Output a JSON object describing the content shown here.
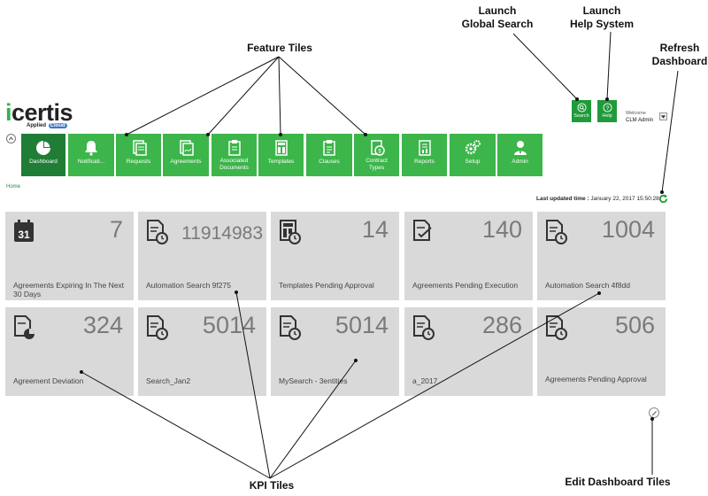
{
  "callouts": {
    "feature_tiles": "Feature Tiles",
    "launch_global_search": [
      "Launch",
      "Global Search"
    ],
    "launch_help": [
      "Launch",
      "Help System"
    ],
    "refresh": [
      "Refresh",
      "Dashboard"
    ],
    "kpi_tiles": "KPI Tiles",
    "edit_tiles": "Edit Dashboard Tiles"
  },
  "brand": {
    "name_a": "i",
    "name_b": "certis",
    "tagline": "Applied",
    "tagline_badge": "Cloud"
  },
  "header": {
    "search_label": "Search",
    "help_label": "Help",
    "welcome": "Welcome",
    "user": "CLM Admin"
  },
  "nav": [
    {
      "label": "Dashboard",
      "icon": "pie-chart-icon",
      "active": true
    },
    {
      "label": "Notificati...",
      "icon": "bell-icon"
    },
    {
      "label": "Requests",
      "icon": "request-document-icon"
    },
    {
      "label": "Agreements",
      "icon": "agreement-document-icon"
    },
    {
      "label": "Associated Documents",
      "lines": [
        "Associated",
        "Documents"
      ],
      "icon": "clipboard-icon"
    },
    {
      "label": "Templates",
      "icon": "template-icon"
    },
    {
      "label": "Clauses",
      "icon": "clause-clipboard-icon"
    },
    {
      "label": "Contract Types",
      "lines": [
        "Contract",
        "Types"
      ],
      "icon": "contract-money-icon"
    },
    {
      "label": "Reports",
      "icon": "report-icon"
    },
    {
      "label": "Setup",
      "icon": "gears-icon"
    },
    {
      "label": "Admin",
      "icon": "admin-user-icon"
    }
  ],
  "breadcrumb": "Home",
  "last_updated": {
    "label": "Last updated time :",
    "value": "January 22, 2017 15:50:28"
  },
  "kpis": [
    {
      "value": "7",
      "title": "Agreements Expiring In The Next 30 Days",
      "icon": "calendar-icon"
    },
    {
      "value": "11914983",
      "title": "Automation Search 9f275",
      "icon": "document-clock-icon"
    },
    {
      "value": "14",
      "title": "Templates Pending Approval",
      "icon": "template-clock-icon"
    },
    {
      "value": "140",
      "title": "Agreements Pending Execution",
      "icon": "document-check-icon"
    },
    {
      "value": "1004",
      "title": "Automation Search 4f8dd",
      "icon": "document-clock-icon"
    },
    {
      "value": "324",
      "title": "Agreement Deviation",
      "icon": "document-pie-icon"
    },
    {
      "value": "5014",
      "title": "Search_Jan2",
      "icon": "document-clock-icon"
    },
    {
      "value": "5014",
      "title": "MySearch - 3entities",
      "icon": "document-clock-icon"
    },
    {
      "value": "286",
      "title": "a_2017",
      "icon": "document-clock-icon"
    },
    {
      "value": "506",
      "title": "Agreements Pending Approval",
      "icon": "document-clock-icon"
    }
  ],
  "colors": {
    "green": "#3cb54a",
    "green_active": "#1f7d36",
    "tile_gray": "#d9d9d9",
    "number_gray": "#7a7a7a"
  }
}
